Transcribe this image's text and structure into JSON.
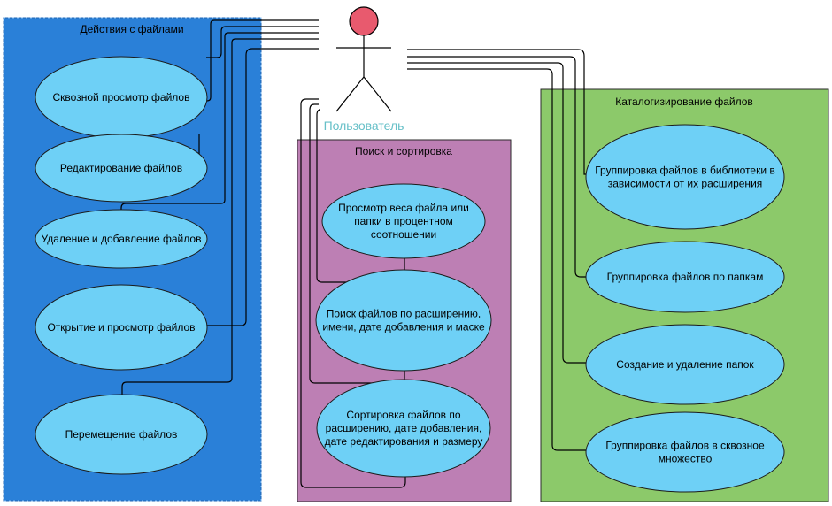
{
  "actor": {
    "label": "Пользователь"
  },
  "groups": {
    "file_actions": {
      "title": "Действия с файлами",
      "items": [
        [
          "Сквозной просмотр файлов"
        ],
        [
          "Редактирование файлов"
        ],
        [
          "Удаление и добавление файлов"
        ],
        [
          "Открытие и просмотр файлов"
        ],
        [
          "Перемещение файлов"
        ]
      ]
    },
    "search_sort": {
      "title": "Поиск и сортировка",
      "items": [
        [
          "Просмотр веса файла или",
          "папки в процентном",
          "соотношении"
        ],
        [
          "Поиск файлов по расширению,",
          "имени, дате добавления и маске"
        ],
        [
          "Сортировка файлов по",
          "расширению, дате добавления,",
          "дате редактирования и размеру"
        ]
      ]
    },
    "cataloging": {
      "title": "Каталогизирование файлов",
      "items": [
        [
          "Группировка файлов в библиотеки в",
          "зависимости от их расширения"
        ],
        [
          "Группировка файлов по папкам"
        ],
        [
          "Создание и удаление папок"
        ],
        [
          "Группировка файлов в сквозное",
          "множество"
        ]
      ]
    }
  },
  "colors": {
    "file_actions_bg": "#2a80d8",
    "search_sort_bg": "#bd7fb4",
    "cataloging_bg": "#8cc96a",
    "usecase_fill": "#6ed0f6",
    "actor_head": "#e85a6e"
  }
}
